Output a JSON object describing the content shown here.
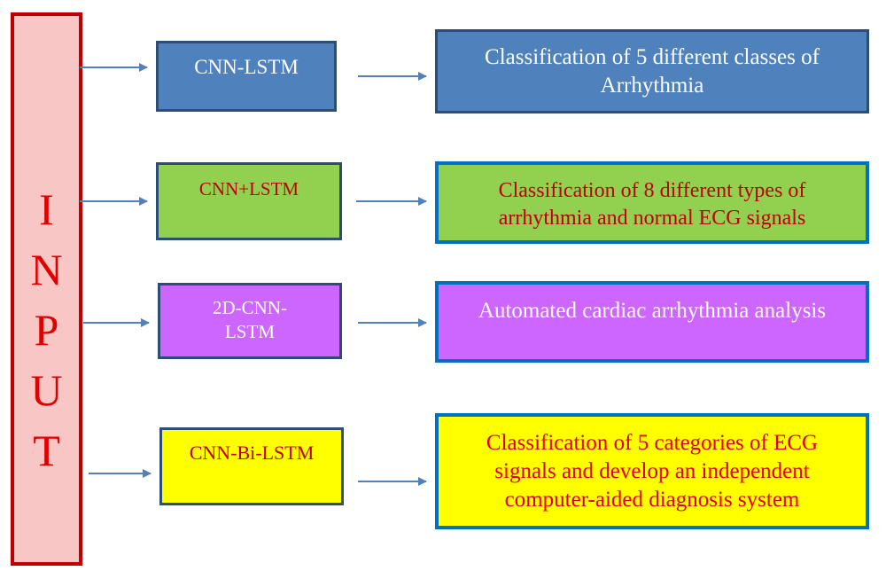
{
  "input": {
    "letters": [
      "I",
      "N",
      "P",
      "U",
      "T"
    ]
  },
  "models": [
    {
      "label": "CNN-LSTM"
    },
    {
      "label": "CNN+LSTM"
    },
    {
      "label": "2D-CNN-LSTM"
    },
    {
      "label": "CNN-Bi-LSTM"
    }
  ],
  "results": [
    {
      "text": "Classification of 5 different classes of Arrhythmia"
    },
    {
      "text": "Classification of 8 different types of arrhythmia and normal ECG signals"
    },
    {
      "text": "Automated cardiac arrhythmia analysis"
    },
    {
      "text": "Classification of 5 categories of ECG signals and develop an independent computer-aided diagnosis system"
    }
  ],
  "colors": {
    "input_fill": "#f9c6c6",
    "input_border": "#c00000",
    "input_text": "#e10000",
    "blue_fill": "#4f81bd",
    "green_fill": "#92d050",
    "purple_fill": "#cc66ff",
    "yellow_fill": "#ffff00",
    "dark_border": "#2c4d75",
    "bright_border": "#0070c0",
    "arrow": "#4f81bd"
  }
}
